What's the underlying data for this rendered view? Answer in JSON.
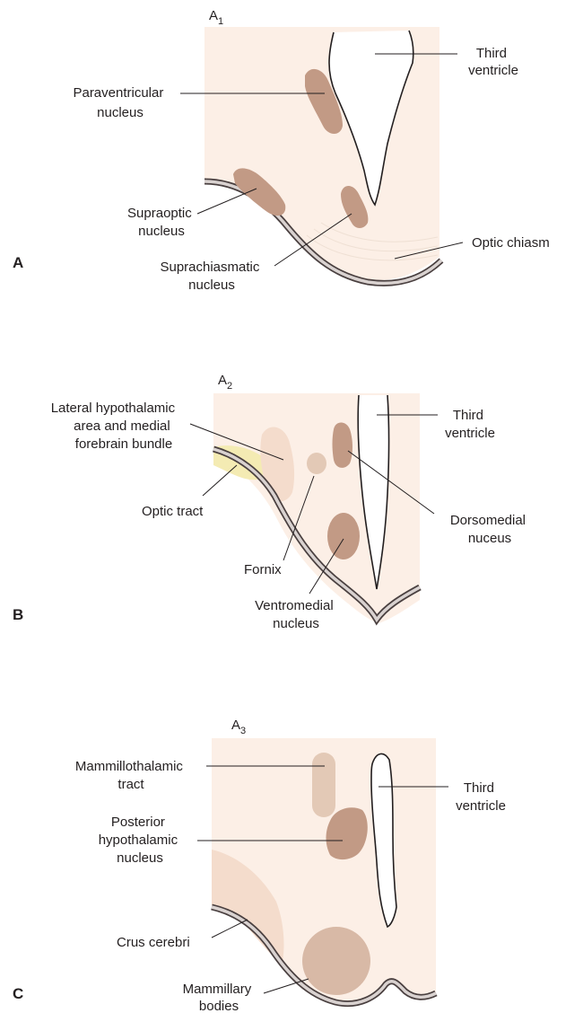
{
  "panels": [
    {
      "letter": "A",
      "section": "A",
      "section_sub": "1",
      "labels": {
        "third_ventricle": [
          "Third",
          "ventricle"
        ],
        "paraventricular": [
          "Paraventricular",
          "nucleus"
        ],
        "supraoptic": [
          "Supraoptic",
          "nucleus"
        ],
        "suprachiasmatic": [
          "Suprachiasmatic",
          "nucleus"
        ],
        "optic_chiasm": [
          "Optic chiasm"
        ]
      }
    },
    {
      "letter": "B",
      "section": "A",
      "section_sub": "2",
      "labels": {
        "lateral_hypothalamic": [
          "Lateral hypothalamic",
          "area and medial",
          "forebrain bundle"
        ],
        "third_ventricle": [
          "Third",
          "ventricle"
        ],
        "optic_tract": [
          "Optic tract"
        ],
        "dorsomedial": [
          "Dorsomedial",
          "nuceus"
        ],
        "fornix": [
          "Fornix"
        ],
        "ventromedial": [
          "Ventromedial",
          "nucleus"
        ]
      }
    },
    {
      "letter": "C",
      "section": "A",
      "section_sub": "3",
      "labels": {
        "mammillothalamic": [
          "Mammillothalamic",
          "tract"
        ],
        "third_ventricle": [
          "Third",
          "ventricle"
        ],
        "posterior_hypothalamic": [
          "Posterior",
          "hypothalamic",
          "nucleus"
        ],
        "crus_cerebri": [
          "Crus cerebri"
        ],
        "mammillary_bodies": [
          "Mammillary",
          "bodies"
        ]
      }
    }
  ],
  "colors": {
    "tissue": "#fcefe6",
    "nucleus": "#c29a85",
    "nucleus_light": "#e3c9b6",
    "optic_tract": "#f3eab0",
    "boundary": "#4a4040",
    "text": "#231f20"
  }
}
